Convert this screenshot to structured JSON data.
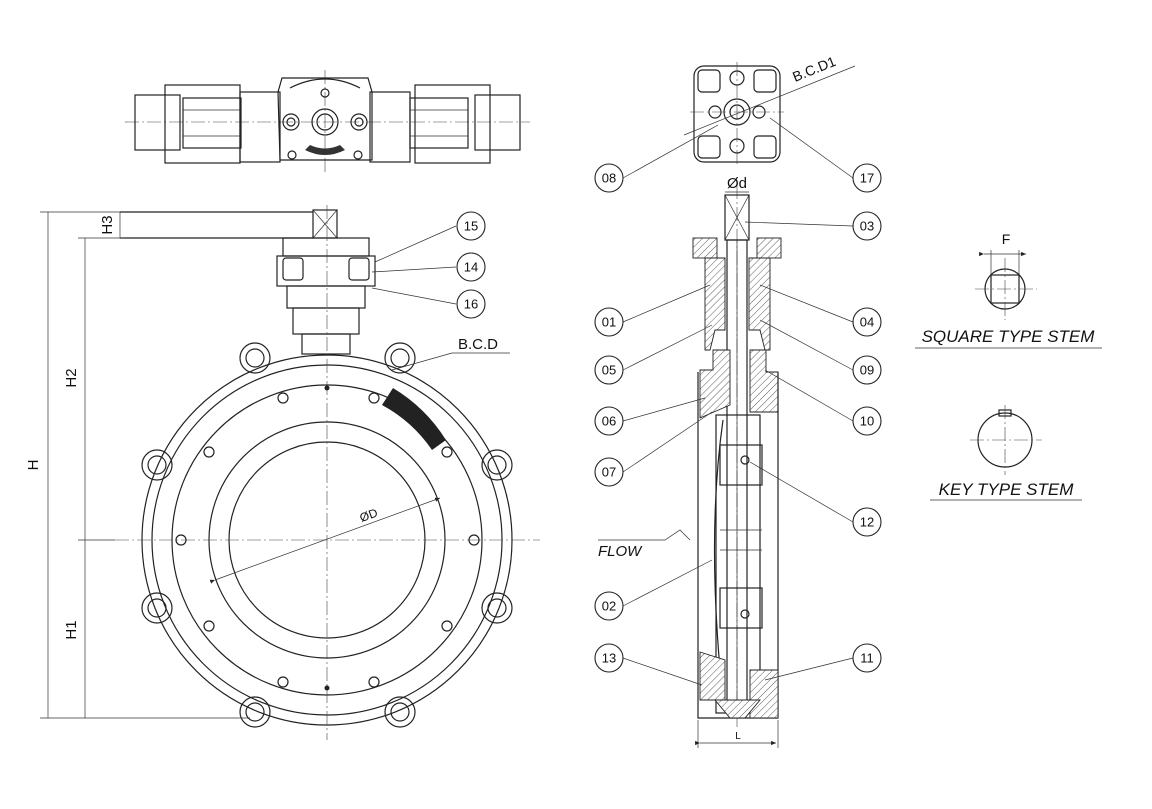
{
  "dimensions": {
    "H": "H",
    "H1": "H1",
    "H2": "H2",
    "H3": "H3",
    "L": "L",
    "F": "F",
    "OD": "ØD",
    "Od": "Ød",
    "BCD": "B.C.D",
    "BCD1": "B.C.D1"
  },
  "labels": {
    "flow": "FLOW",
    "square_stem": "SQUARE TYPE STEM",
    "key_stem": "KEY TYPE STEM"
  },
  "parts": {
    "p01": "01",
    "p02": "02",
    "p03": "03",
    "p04": "04",
    "p05": "05",
    "p06": "06",
    "p07": "07",
    "p08": "08",
    "p09": "09",
    "p10": "10",
    "p11": "11",
    "p12": "12",
    "p13": "13",
    "p14": "14",
    "p15": "15",
    "p16": "16",
    "p17": "17"
  }
}
